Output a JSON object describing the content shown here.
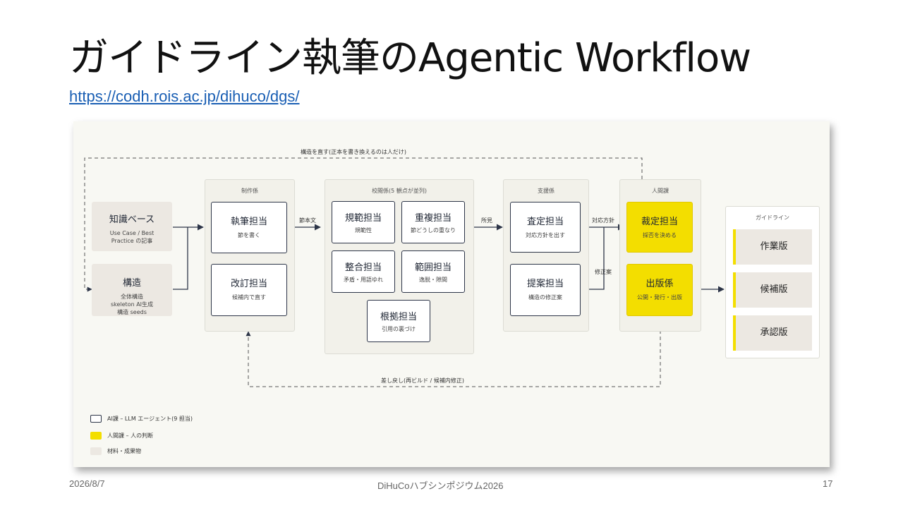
{
  "slide": {
    "title": "ガイドライン執筆のAgentic Workflow",
    "url": "https://codh.rois.ac.jp/dihuco/dgs/",
    "footer_date": "2026/8/7",
    "footer_center": "DiHuCoハブシンポジウム2026",
    "page_number": "17"
  },
  "diagram": {
    "top_loop_label": "構造を直す(正本を書き換えるのは人だけ)",
    "bottom_loop_label": "差し戻し(再ビルド / 候補内修正)",
    "materials": {
      "knowledge": {
        "title": "知識ベース",
        "sub": "Use Case / Best Practice の記事"
      },
      "structure": {
        "title": "構造",
        "sub": "全体構造 skeleton AI生成構造 seeds"
      }
    },
    "groups": {
      "production": "制作係",
      "review": "校閲係(5 観点が並列)",
      "support": "支援係",
      "human": "人間課",
      "guideline": "ガイドライン"
    },
    "boxes": {
      "writer": {
        "title": "執筆担当",
        "sub": "節を書く"
      },
      "reviser": {
        "title": "改訂担当",
        "sub": "候補内で直す"
      },
      "norms": {
        "title": "規範担当",
        "sub": "規範性"
      },
      "duplicate": {
        "title": "重複担当",
        "sub": "節どうしの重なり"
      },
      "consistency": {
        "title": "整合担当",
        "sub": "矛盾・用語ゆれ"
      },
      "scope": {
        "title": "範囲担当",
        "sub": "逸脱・隙間"
      },
      "evidence": {
        "title": "根拠担当",
        "sub": "引用の裏づけ"
      },
      "assess": {
        "title": "査定担当",
        "sub": "対応方針を出す"
      },
      "propose": {
        "title": "提案担当",
        "sub": "構造の修正案"
      },
      "decide": {
        "title": "裁定担当",
        "sub": "採否を決める"
      },
      "publish": {
        "title": "出版係",
        "sub": "公開・発行・出版"
      }
    },
    "edge_labels": {
      "body_text": "節本文",
      "findings": "所見",
      "policy": "対応方針",
      "revision": "修正案"
    },
    "outputs": [
      "作業版",
      "候補版",
      "承認版"
    ],
    "legend": [
      {
        "label": "AI課 – LLM エージェント(9 担当)",
        "kind": "ai"
      },
      {
        "label": "人間課 – 人の判断",
        "kind": "human"
      },
      {
        "label": "材料・成果物",
        "kind": "material"
      }
    ],
    "colors": {
      "ai_border": "#2d3548",
      "human_fill": "#f3de00",
      "material_fill": "#ece8e2",
      "panel_bg": "#f8f8f3"
    }
  }
}
